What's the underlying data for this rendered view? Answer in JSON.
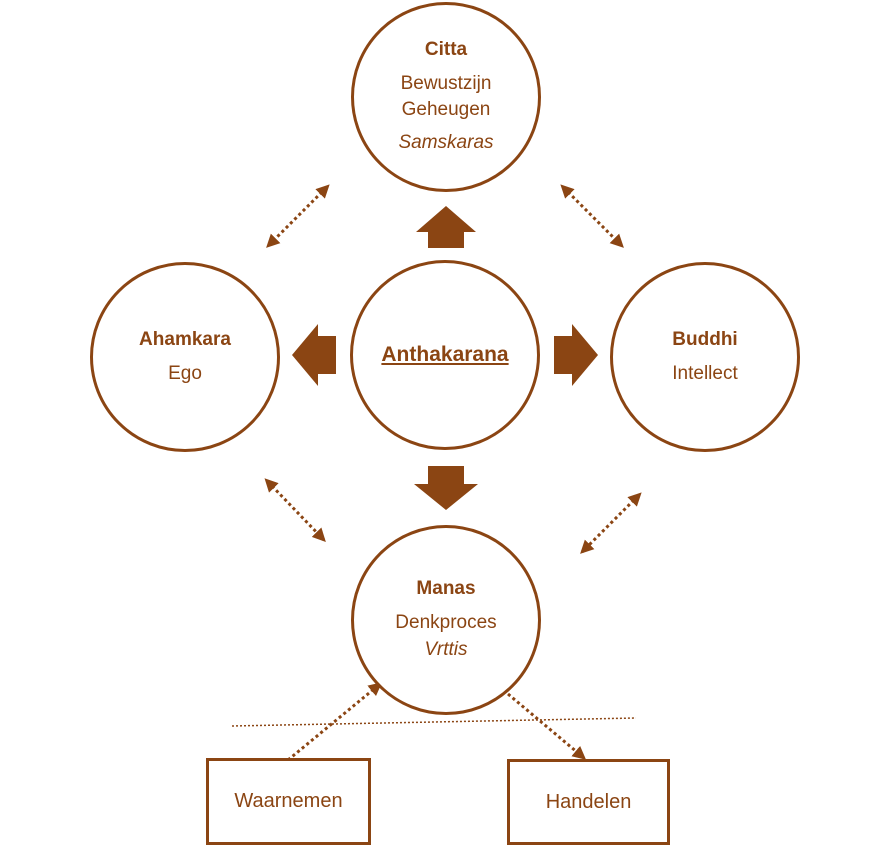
{
  "colors": {
    "stroke": "#8b4513",
    "text": "#8b4513",
    "background": "#ffffff"
  },
  "nodes": {
    "citta": {
      "title": "Citta",
      "lines": [
        "Bewustzijn",
        "Geheugen"
      ],
      "italic": "Samskaras"
    },
    "ahamkara": {
      "title": "Ahamkara",
      "lines": [
        "Ego"
      ]
    },
    "center": {
      "title": "Anthakarana"
    },
    "buddhi": {
      "title": "Buddhi",
      "lines": [
        "Intellect"
      ]
    },
    "manas": {
      "title": "Manas",
      "lines": [
        "Denkproces"
      ],
      "italic": "Vrttis"
    }
  },
  "boxes": {
    "waarnemen": {
      "label": "Waarnemen"
    },
    "handelen": {
      "label": "Handelen"
    }
  }
}
